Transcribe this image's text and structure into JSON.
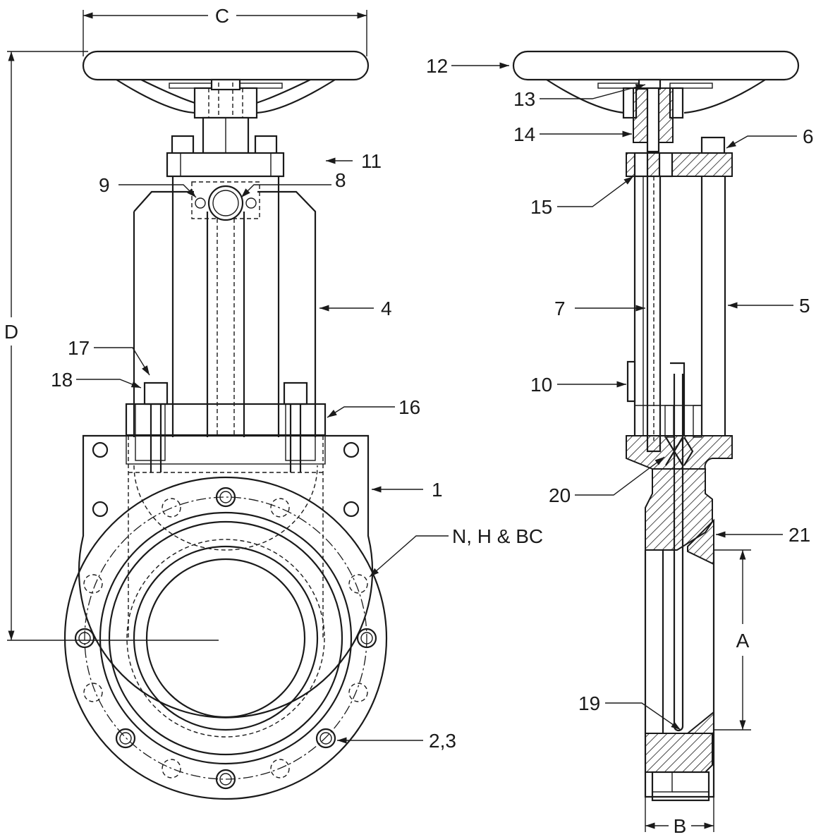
{
  "dimensions": {
    "c": "C",
    "d": "D",
    "a": "A",
    "b": "B"
  },
  "front_view_callouts": {
    "p1": "1",
    "p2_3": "2,3",
    "p4": "4",
    "p8": "8",
    "p9": "9",
    "p11": "11",
    "p16": "16",
    "p17": "17",
    "p18": "18",
    "nhbc": "N, H & BC"
  },
  "side_view_callouts": {
    "p5": "5",
    "p6": "6",
    "p7": "7",
    "p10": "10",
    "p12": "12",
    "p13": "13",
    "p14": "14",
    "p15": "15",
    "p19": "19",
    "p20": "20",
    "p21": "21"
  }
}
